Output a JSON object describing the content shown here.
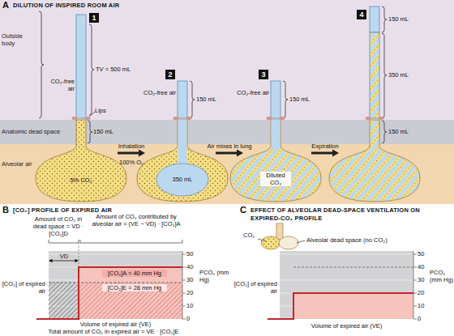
{
  "diagram": {
    "nodes": [
      {
        "text": [
          "Outside body"
        ]
      },
      {
        "text": [
          "1"
        ],
        "in": 0
      },
      {
        "text": [
          "2"
        ],
        "in": 0
      },
      {
        "text": [
          "3"
        ],
        "in": 0
      },
      {
        "text": [
          "4"
        ],
        "in": 0
      },
      {
        "text": [
          "Anatomic dead space"
        ]
      },
      {
        "text": [
          "Alveolar air"
        ]
      }
    ],
    "labels": [
      "A",
      "DILUTION OF INSPIRED ROOM AIR",
      "TV = 500 mL",
      "CO₂-free air",
      "Lips",
      "150 mL",
      "5% CO₂",
      "Inhalation",
      "100% O₂",
      "CO₂-free air",
      "150 mL",
      "350 mL",
      "Air mixes in lung",
      "CO₂-free air",
      "150 mL",
      "Diluted CO₂",
      "Expiration",
      "150 mL",
      "350 mL",
      "150 mL",
      "B",
      "[CO₂] PROFILE OF EXPIRED AIR",
      "Amount of CO₂ in dead space = VD · [CO₂]D",
      "Amount of CO₂ contributed by alveolar air = (VE − VD) · [CO₂]A",
      "VD",
      "[CO₂]A = 40 mm Hg",
      "[CO₂]E = 28 mm Hg",
      "[CO₂] of expired air",
      "50",
      "40",
      "30",
      "20",
      "10",
      "0",
      "PCO₂ (mm Hg)",
      "Volume of expired air (VE)",
      "Total amount of CO₂ in expired air = VE · [CO₂]E",
      "C",
      "EFFECT OF ALVEOLAR DEAD-SPACE VENTILATION ON EXPIRED-CO₂ PROFILE",
      "CO₂",
      "Alveolar dead space (no CO₂)",
      "[CO₂] of expired air",
      "50",
      "40",
      "30",
      "20",
      "10",
      "0",
      "PCO₂ (mm Hg)",
      "Volume of expired air (VE)"
    ]
  }
}
